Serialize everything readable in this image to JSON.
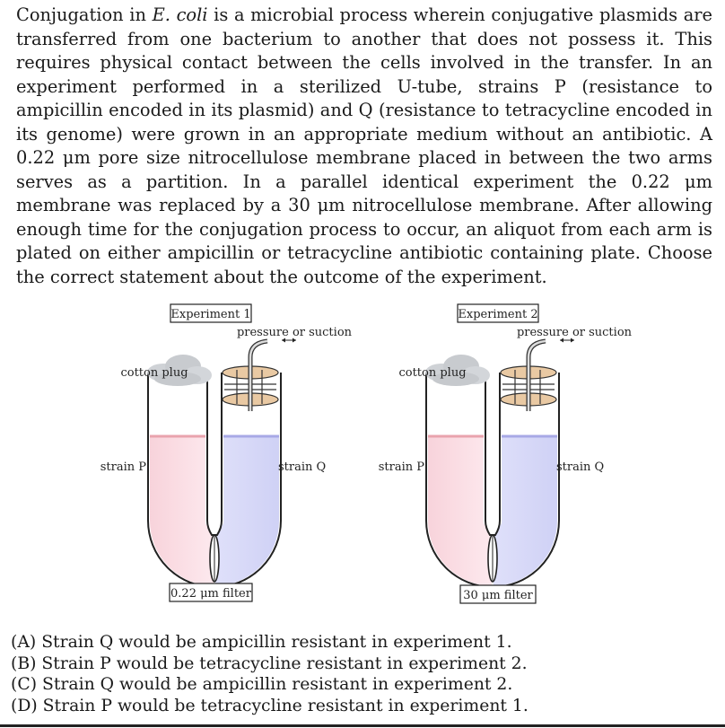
{
  "question": {
    "part1": "Conjugation in ",
    "organism": "E. coli",
    "part2": " is a microbial process wherein conjugative plasmids are transferred from one bacterium to another that does not possess it. This requires physical contact between the cells involved in the transfer. In an experiment performed in a sterilized U-tube, strains P (resistance to ampicillin encoded in its plasmid) and Q (resistance to tetracycline encoded in its genome) were grown in an appropriate medium without an antibiotic. A 0.22 μm pore size nitrocellulose membrane placed in between the two arms serves as a partition. In a parallel identical experiment the 0.22 μm membrane was replaced by a 30 μm nitrocellulose membrane. After allowing enough time for the conjugation process to occur, an aliquot from each arm is plated on either ampicillin or tetracycline antibiotic containing plate. Choose the correct statement about the outcome of the experiment."
  },
  "figure": {
    "experiments": [
      {
        "title": "Experiment 1",
        "pressure_label": "pressure or suction",
        "cotton_label": "cotton plug",
        "left_label": "strain P",
        "right_label": "strain Q",
        "filter_label": "0.22 μm filter"
      },
      {
        "title": "Experiment 2",
        "pressure_label": "pressure or suction",
        "cotton_label": "cotton plug",
        "left_label": "strain P",
        "right_label": "strain Q",
        "filter_label": "30 μm filter"
      }
    ],
    "colors": {
      "left_medium": "#fde4ea",
      "right_medium": "#e3e4fb",
      "left_surface": "#e9a3ad",
      "right_surface": "#a8a9e6",
      "cotton": "#cfd2d6",
      "stopper": "#e9c9a3"
    }
  },
  "options": [
    "(A) Strain Q would be ampicillin resistant in experiment 1.",
    "(B) Strain P would be tetracycline resistant in experiment 2.",
    "(C) Strain Q would be ampicillin resistant in experiment 2.",
    "(D) Strain P would be tetracycline resistant in experiment 1."
  ]
}
